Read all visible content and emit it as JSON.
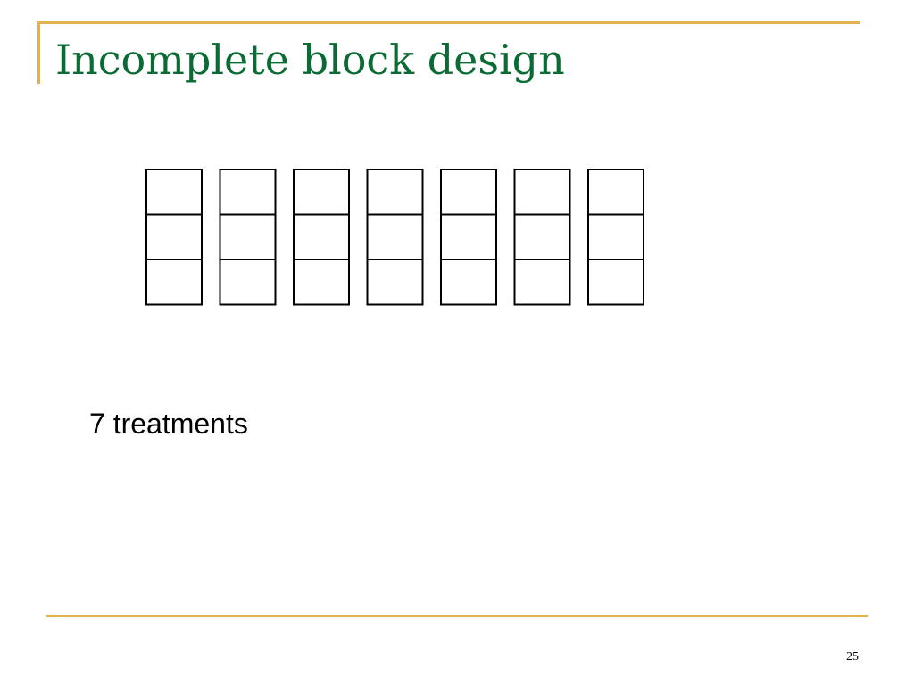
{
  "slide": {
    "title": "Incomplete block design",
    "caption": "7 treatments",
    "page_number": "25"
  },
  "colors": {
    "title": "#0b6b34",
    "accent": "#e2b24e",
    "grid_line": "#000000"
  },
  "diagram": {
    "block_count": 7,
    "plots_per_block": 3
  }
}
